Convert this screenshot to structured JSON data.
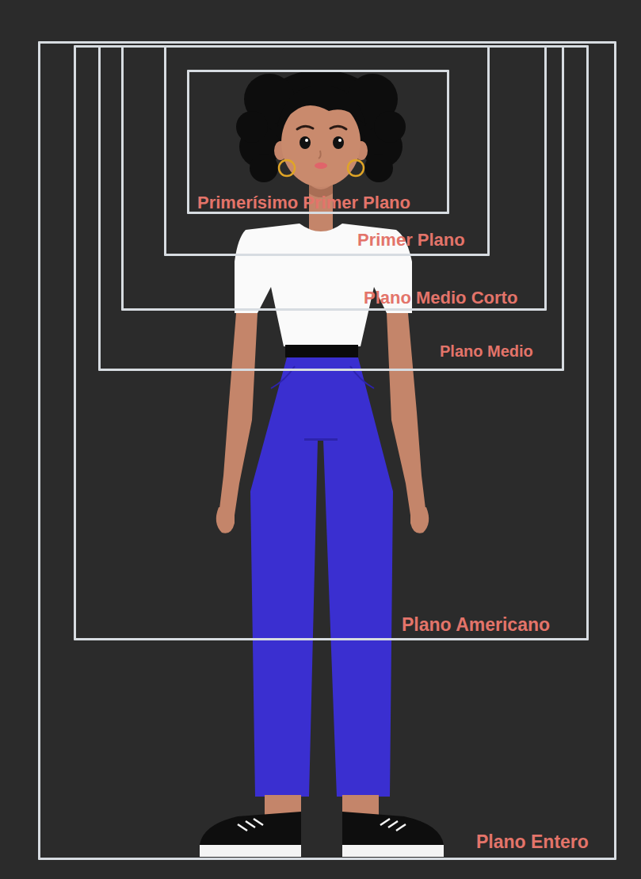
{
  "diagram": {
    "nodes": [
      {
        "text": [
          "Plano Entero"
        ]
      },
      {
        "text": [
          "Plano Americano"
        ],
        "in": 0
      },
      {
        "text": [
          "Plano Medio"
        ],
        "in": 1
      },
      {
        "text": [
          "Plano Medio Corto"
        ],
        "in": 2
      },
      {
        "text": [
          "Primer Plano"
        ],
        "in": 3
      },
      {
        "text": [
          "Primerísimo Primer Plano"
        ],
        "in": 4
      }
    ]
  }
}
